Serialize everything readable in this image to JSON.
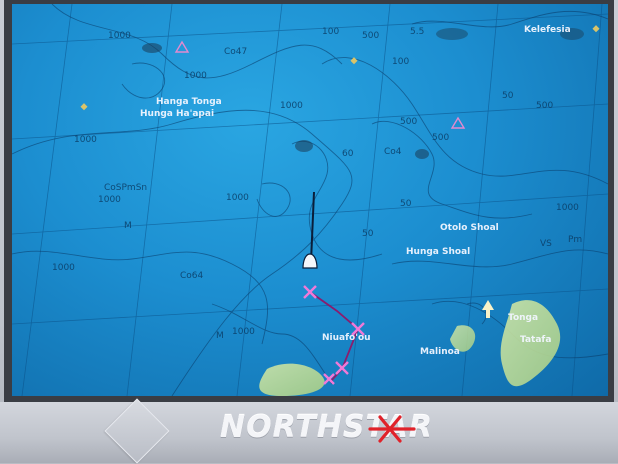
{
  "brand": {
    "name": "NORTHSTAR",
    "logo_icon": "red-star-icon",
    "accent_color": "#e0222a"
  },
  "chart": {
    "depth_labels": [
      "1000",
      "1000",
      "1000",
      "1000",
      "1000",
      "1000",
      "100",
      "100",
      "50",
      "500",
      "500",
      "500",
      "500",
      "50",
      "1000",
      "1000",
      "1000",
      "50",
      "60"
    ],
    "small_labels": [
      "Co47",
      "Co4",
      "Co64",
      "CoSPmSn",
      "M",
      "M",
      "Pm",
      "VS",
      "5.5"
    ],
    "place_names": {
      "hanga_tonga": "Hanga Tonga",
      "hunga_haapai": "Hunga Ha'apai",
      "kelefesia": "Kelefesia",
      "otolo_shoal": "Otolo Shoal",
      "hunga_shoal": "Hunga Shoal",
      "tonga": "Tonga",
      "niuafo": "Niuafo'ou",
      "malinoa": "Malinoa",
      "tatafa": "Tatafa"
    }
  }
}
